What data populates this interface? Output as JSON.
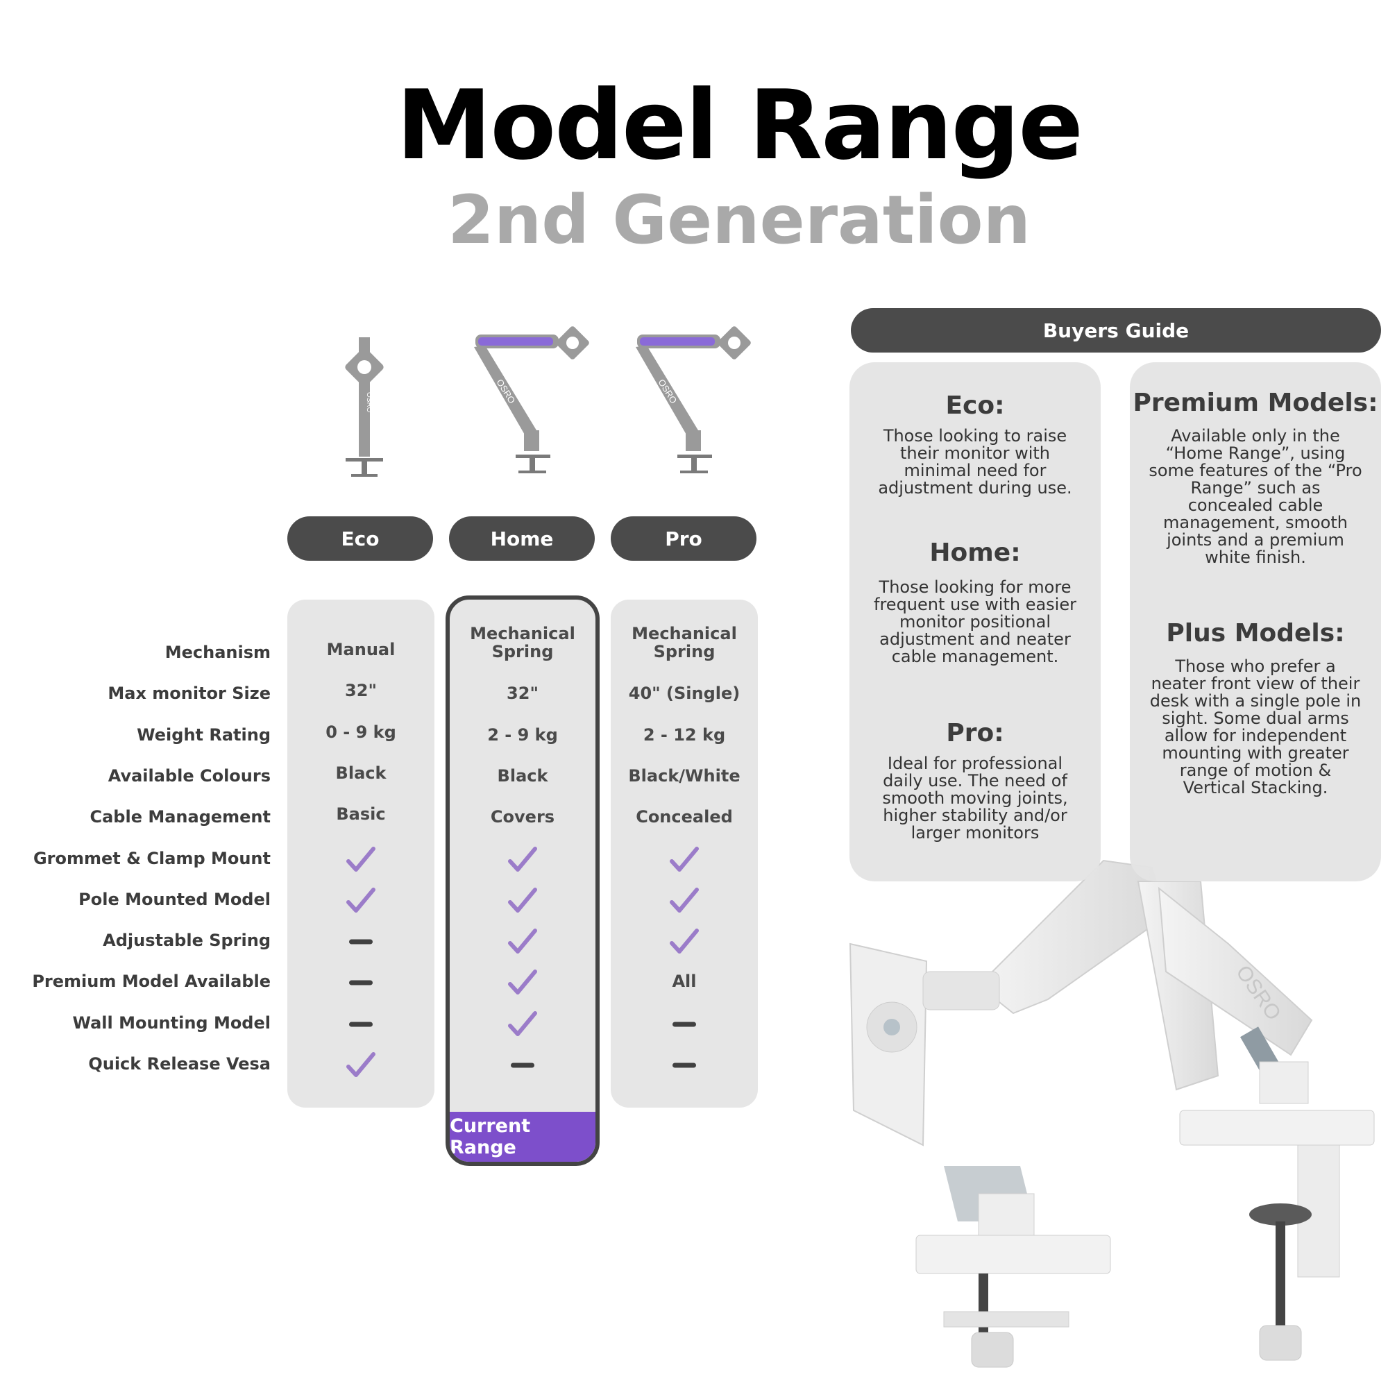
{
  "header": {
    "title": "Model Range",
    "subtitle": "2nd Generation"
  },
  "colors": {
    "accent_purple": "#7d4fcb",
    "check_purple": "#9b7cc9",
    "pill_dark": "#4b4b4b",
    "panel_grey": "#e6e6e6",
    "subtitle_grey": "#a9a9a9"
  },
  "products": [
    {
      "name": "Eco",
      "icon": "single-pole-arm-icon"
    },
    {
      "name": "Home",
      "icon": "spring-arm-icon"
    },
    {
      "name": "Pro",
      "icon": "spring-arm-icon"
    }
  ],
  "comparison": {
    "rows": [
      {
        "label": "Mechanism",
        "eco": "Manual",
        "home": "Mechanical Spring",
        "pro": "Mechanical Spring"
      },
      {
        "label": "Max monitor Size",
        "eco": "32\"",
        "home": "32\"",
        "pro": "40\" (Single)"
      },
      {
        "label": "Weight Rating",
        "eco": "0 - 9 kg",
        "home": "2 - 9 kg",
        "pro": "2 - 12 kg"
      },
      {
        "label": "Available Colours",
        "eco": "Black",
        "home": "Black",
        "pro": "Black/White"
      },
      {
        "label": "Cable Management",
        "eco": "Basic",
        "home": "Covers",
        "pro": "Concealed"
      },
      {
        "label": "Grommet & Clamp Mount",
        "eco": "check",
        "home": "check",
        "pro": "check"
      },
      {
        "label": "Pole Mounted Model",
        "eco": "check",
        "home": "check",
        "pro": "check"
      },
      {
        "label": "Adjustable Spring",
        "eco": "dash",
        "home": "check",
        "pro": "check"
      },
      {
        "label": "Premium Model Available",
        "eco": "dash",
        "home": "check",
        "pro": "All"
      },
      {
        "label": "Wall Mounting Model",
        "eco": "dash",
        "home": "check",
        "pro": "dash"
      },
      {
        "label": "Quick Release Vesa",
        "eco": "check",
        "home": "dash",
        "pro": "dash"
      }
    ],
    "current_range_label": "Current Range"
  },
  "buyers_guide": {
    "title": "Buyers Guide",
    "left": [
      {
        "heading": "Eco:",
        "body": "Those looking to raise their monitor with minimal need for adjustment during use."
      },
      {
        "heading": "Home:",
        "body": "Those looking for more frequent use with easier monitor positional adjustment and neater cable management."
      },
      {
        "heading": "Pro:",
        "body": "Ideal for professional daily use. The need of smooth moving joints, higher stability and/or larger monitors"
      }
    ],
    "right": [
      {
        "heading": "Premium Models:",
        "body": "Available only in the “Home Range”, using some features of the “Pro Range” such as concealed cable management, smooth joints and a premium white finish."
      },
      {
        "heading": "Plus Models:",
        "body": "Those who prefer a neater front view of their desk with a single pole in sight. Some dual arms allow for independent mounting with greater range of motion & Vertical Stacking."
      }
    ]
  }
}
